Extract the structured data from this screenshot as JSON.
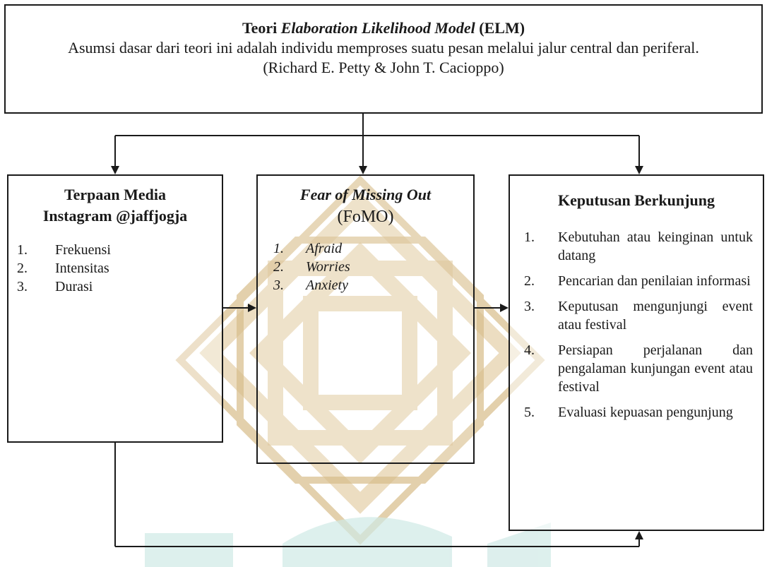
{
  "theory_box": {
    "title_prefix": "Teori ",
    "title_italic": "Elaboration Likelihood Model",
    "title_suffix": " (ELM)",
    "assumption": "Asumsi dasar dari teori ini adalah individu memproses suatu pesan melalui jalur central dan periferal.",
    "authors": "(Richard E. Petty & John T. Cacioppo)"
  },
  "left_box": {
    "title_line1": "Terpaan Media",
    "title_line2": "Instagram @jaffjogja",
    "items": [
      {
        "num": "1.",
        "text": "Frekuensi"
      },
      {
        "num": "2.",
        "text": "Intensitas"
      },
      {
        "num": "3.",
        "text": "Durasi"
      }
    ]
  },
  "middle_box": {
    "title": "Fear of Missing Out",
    "subtitle": "(FoMO)",
    "items": [
      {
        "num": "1.",
        "text": "Afraid"
      },
      {
        "num": "2.",
        "text": "Worries"
      },
      {
        "num": "3.",
        "text": "Anxiety"
      }
    ]
  },
  "right_box": {
    "title": "Keputusan Berkunjung",
    "items": [
      {
        "num": "1.",
        "text": "Kebutuhan atau keinginan untuk datang"
      },
      {
        "num": "2.",
        "text": "Pencarian dan penilaian informasi"
      },
      {
        "num": "3.",
        "text": "Keputusan mengunjungi event atau festival"
      },
      {
        "num": "4.",
        "text": "Persiapan perjalanan dan pengalaman kunjungan event atau festival"
      },
      {
        "num": "5.",
        "text": "Evaluasi kepuasan pengunjung"
      }
    ]
  },
  "colors": {
    "line": "#1a1a1a",
    "watermark_gold": "#c9a46a",
    "watermark_teal": "#9fd3cf"
  }
}
